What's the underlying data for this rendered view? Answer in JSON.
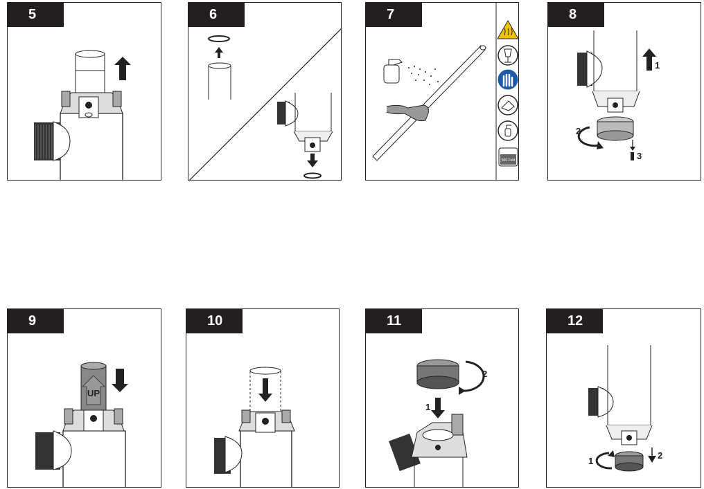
{
  "steps": [
    {
      "number": "5"
    },
    {
      "number": "6"
    },
    {
      "number": "7"
    },
    {
      "number": "8",
      "callouts": [
        "1",
        "2",
        "3"
      ]
    },
    {
      "number": "9",
      "up_label": "UP"
    },
    {
      "number": "10"
    },
    {
      "number": "11",
      "callouts": [
        "1",
        "2"
      ]
    },
    {
      "number": "12",
      "callouts": [
        "1",
        "2"
      ]
    }
  ],
  "safety_icons": [
    "hot-surface-icon",
    "fragile-glass-icon",
    "wear-gloves-icon",
    "grease-hands-icon",
    "spray-bottle-icon",
    "measuring-beaker-icon"
  ],
  "beaker_label": "500 Fold",
  "colors": {
    "header_bg": "#231f20",
    "line": "#222222",
    "glove_blue": "#1f5aa6",
    "cartridge_gray": "#888888",
    "warning_yellow": "#f2c200"
  }
}
